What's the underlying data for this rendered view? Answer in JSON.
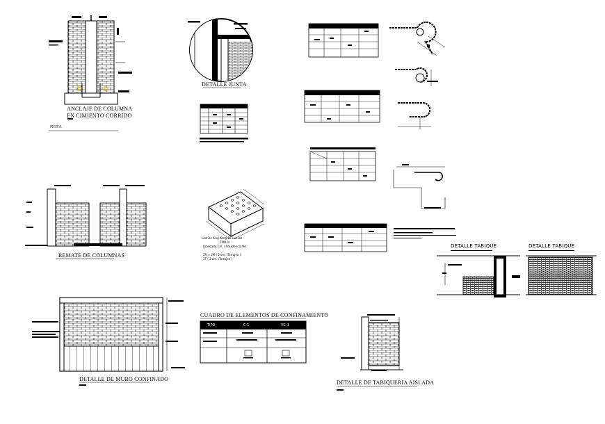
{
  "drawing": {
    "titles": {
      "anclaje_1": "ANCLAJE DE COLUMNA",
      "anclaje_2": "EN CIMIENTO CORRIDO",
      "nota": "NOTA",
      "detalle_junta": "DETALLE JUNTA",
      "remate": "REMATE DE COLUMNAS",
      "tabique_1": "DETALLE TABIQUE",
      "tabique_2": "DETALLE TABIQUE",
      "muro_confinado": "DETALLE DE MURO CONFINADO",
      "tabiqueria_aislada": "DETALLE DE TABIQUERIA AISLADA",
      "cuadro": "CUADRO DE ELEMENTOS DE CONFINAMIENTO"
    },
    "brick_notes": {
      "line1": "Ladrillo King Kong 18 Huecos",
      "line2": "TIPO IV",
      "line3": "Fabricado C.A. / Resistencia 9A",
      "line4": "2R = 2M      ( 2 cm. (Tarrajeo )",
      "line5": "2T            ( 2 cm. (Tarrajeo )"
    },
    "cuadro_table": {
      "headers": [
        "TIPO",
        "C-1",
        "VC-1"
      ],
      "rows": [
        "",
        "",
        ""
      ]
    },
    "colors": {
      "ink": "#000000",
      "brick": "#ffffff",
      "accent_dim": "#e8a000"
    }
  }
}
